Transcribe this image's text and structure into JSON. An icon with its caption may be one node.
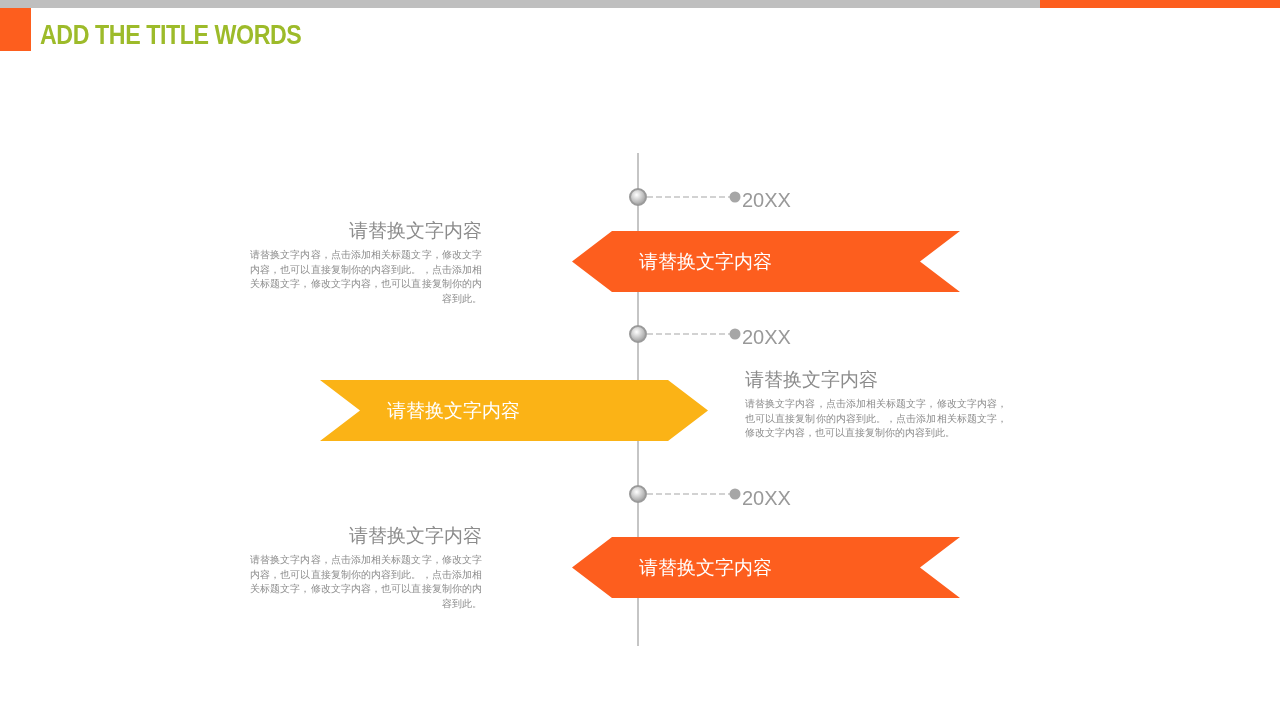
{
  "diagram": {
    "title": "ADD THE TITLE WORDS",
    "nodes": [
      {
        "text": [],
        "shape": "circle"
      },
      {
        "text": [
          "20XX"
        ]
      },
      {
        "text": [
          "请替换文字内容"
        ],
        "beside": [
          "请替换文字内容",
          "请替换文字内容，点击添加相关标题文字，修改文字内容，也可以直接复制你的内容到此。，点击添加相关标题文字，修改文字内容，也可以直接复制你的内容到此。"
        ]
      },
      {
        "text": [],
        "shape": "circle"
      },
      {
        "text": [
          "20XX"
        ]
      },
      {
        "text": [
          "请替换文字内容"
        ],
        "beside": [
          "请替换文字内容",
          "请替换文字内容，点击添加相关标题文字，修改文字内容，也可以直接复制你的内容到此。，点击添加相关标题文字，修改文字内容，也可以直接复制你的内容到此。"
        ]
      },
      {
        "text": [],
        "shape": "circle"
      },
      {
        "text": [
          "20XX"
        ]
      },
      {
        "text": [
          "请替换文字内容"
        ],
        "beside": [
          "请替换文字内容",
          "请替换文字内容，点击添加相关标题文字，修改文字内容，也可以直接复制你的内容到此。，点击添加相关标题文字，修改文字内容，也可以直接复制你的内容到此。"
        ]
      }
    ],
    "edges": [
      {
        "from": 0,
        "to": 1,
        "arrow": "other",
        "style": "dashed"
      },
      {
        "from": 3,
        "to": 4,
        "arrow": "other",
        "style": "dashed"
      },
      {
        "from": 6,
        "to": 7,
        "arrow": "other",
        "style": "dashed"
      }
    ]
  }
}
